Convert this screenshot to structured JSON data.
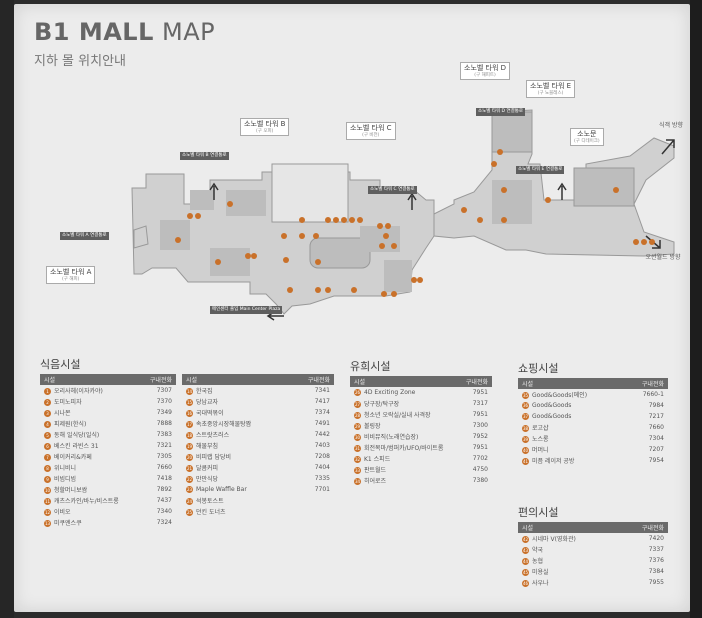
{
  "map": {
    "title_bold": "B1 MALL",
    "title_rest": " MAP",
    "subtitle": "지하 몰 위치안내",
    "towers": [
      {
        "name": "소노벨 타워 A",
        "en": "(구 해피)"
      },
      {
        "name": "소노벨 타워 B",
        "en": "(구 오피)"
      },
      {
        "name": "소노벨 타워 C",
        "en": "(구 비전)"
      },
      {
        "name": "소노벨 타워 D",
        "en": "(구 해피트)"
      },
      {
        "name": "소노벨 타워 E",
        "en": "(구 노블레스)"
      },
      {
        "name": "소노문",
        "en": "(구 디테이크)"
      }
    ],
    "elevator_labels": [
      "소노벨 타워 A 연결통로",
      "소노벨 타워 B 연결통로",
      "소노벨 타워 C 연결통로",
      "소노벨 타워 D 연결통로",
      "소노벨 타워 E 연결통로"
    ],
    "exit_label": "메인센터 출입 Main Center Plaza",
    "direction_right_top": "식객 방향",
    "direction_right_bottom": "오션월드 방향"
  },
  "food": {
    "title": "식음시설",
    "col_name": "시설",
    "col_phone": "구내전화",
    "left": [
      {
        "n": "1",
        "name": "오리사헤(이자카야)",
        "tel": "7307"
      },
      {
        "n": "2",
        "name": "도미노피자",
        "tel": "7370"
      },
      {
        "n": "3",
        "name": "시나몬",
        "tel": "7349"
      },
      {
        "n": "4",
        "name": "피제원(한식)",
        "tel": "7888"
      },
      {
        "n": "5",
        "name": "동해 일식당(일식)",
        "tel": "7383"
      },
      {
        "n": "6",
        "name": "베스킨 라빈스 31",
        "tel": "7321"
      },
      {
        "n": "7",
        "name": "베이커리&카페",
        "tel": "7305"
      },
      {
        "n": "8",
        "name": "위니비니",
        "tel": "7660"
      },
      {
        "n": "9",
        "name": "비빔디빔",
        "tel": "7418"
      },
      {
        "n": "10",
        "name": "청할머니보쌈",
        "tel": "7892"
      },
      {
        "n": "11",
        "name": "캐츠스카인/바누/비스트롱",
        "tel": "7437"
      },
      {
        "n": "12",
        "name": "이비오",
        "tel": "7340"
      },
      {
        "n": "13",
        "name": "미쿠엔스쿠",
        "tel": "7324"
      }
    ],
    "right": [
      {
        "n": "14",
        "name": "한국집",
        "tel": "7341"
      },
      {
        "n": "15",
        "name": "당남교자",
        "tel": "7417"
      },
      {
        "n": "16",
        "name": "국대떡볶이",
        "tel": "7374"
      },
      {
        "n": "17",
        "name": "속초중앙시장해물탕짬",
        "tel": "7491"
      },
      {
        "n": "18",
        "name": "스트랏츠러스",
        "tel": "7442"
      },
      {
        "n": "19",
        "name": "해물부침",
        "tel": "7403"
      },
      {
        "n": "20",
        "name": "비피랩 담당비",
        "tel": "7208"
      },
      {
        "n": "21",
        "name": "달콤커피",
        "tel": "7404"
      },
      {
        "n": "22",
        "name": "만만식당",
        "tel": "7335"
      },
      {
        "n": "23",
        "name": "Maple Waffle Bar",
        "tel": "7701"
      },
      {
        "n": "24",
        "name": "석봉토스트",
        "tel": ""
      },
      {
        "n": "25",
        "name": "던킨 도너츠",
        "tel": ""
      }
    ]
  },
  "leisure": {
    "title": "유희시설",
    "col_name": "시설",
    "col_phone": "구내전화",
    "rows": [
      {
        "n": "26",
        "name": "4D Exciting Zone",
        "tel": "7951"
      },
      {
        "n": "27",
        "name": "당구장/탁구장",
        "tel": "7317"
      },
      {
        "n": "28",
        "name": "청소년 오락실/실내 사격장",
        "tel": "7951"
      },
      {
        "n": "29",
        "name": "볼링장",
        "tel": "7300"
      },
      {
        "n": "30",
        "name": "비비뮤직(노래연습장)",
        "tel": "7952"
      },
      {
        "n": "31",
        "name": "회전목마/범퍼카/UFO/바이트롬",
        "tel": "7951"
      },
      {
        "n": "32",
        "name": "K1 스피드",
        "tel": "7702"
      },
      {
        "n": "33",
        "name": "판트월드",
        "tel": "4750"
      },
      {
        "n": "34",
        "name": "히어로즈",
        "tel": "7380"
      }
    ]
  },
  "shopping": {
    "title": "쇼핑시설",
    "col_name": "시설",
    "col_phone": "구내전화",
    "rows": [
      {
        "n": "35",
        "name": "Good&Goods(메인)",
        "tel": "7660-1"
      },
      {
        "n": "36",
        "name": "Good&Goods",
        "tel": "7984"
      },
      {
        "n": "37",
        "name": "Good&Goods",
        "tel": "7217"
      },
      {
        "n": "38",
        "name": "로고샵",
        "tel": "7660"
      },
      {
        "n": "39",
        "name": "노스롱",
        "tel": "7304"
      },
      {
        "n": "40",
        "name": "머머니",
        "tel": "7207"
      },
      {
        "n": "41",
        "name": "미픔 레이저 공방",
        "tel": "7954"
      }
    ]
  },
  "convenience": {
    "title": "편의시설",
    "col_name": "시설",
    "col_phone": "구내전화",
    "rows": [
      {
        "n": "42",
        "name": "시네마 V(영화관)",
        "tel": "7420"
      },
      {
        "n": "43",
        "name": "약국",
        "tel": "7337"
      },
      {
        "n": "44",
        "name": "농협",
        "tel": "7376"
      },
      {
        "n": "45",
        "name": "미용실",
        "tel": "7384"
      },
      {
        "n": "46",
        "name": "사우나",
        "tel": "7955"
      }
    ]
  },
  "colors": {
    "accent": "#c9712a",
    "header": "#6a6a6a",
    "board": "#ececec"
  }
}
